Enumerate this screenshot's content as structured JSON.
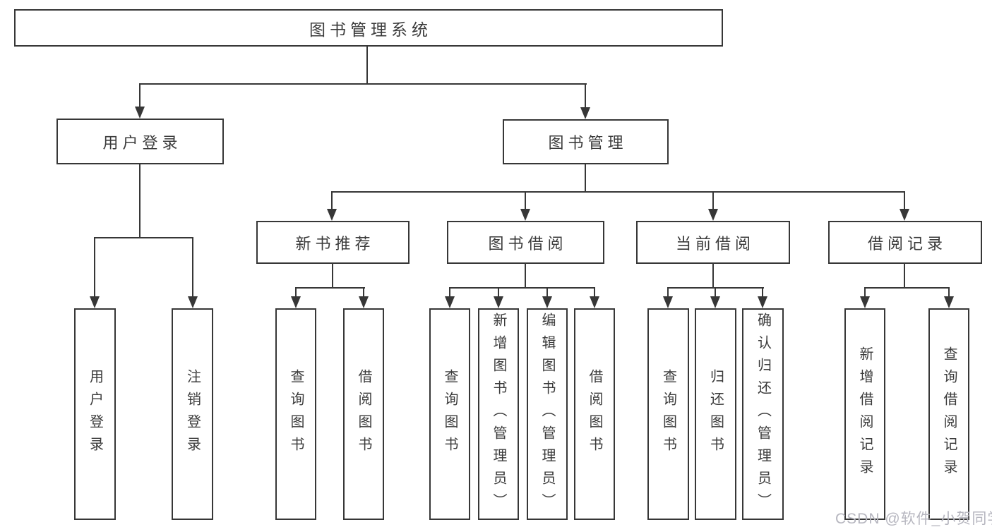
{
  "diagram": {
    "title": "图书管理系统",
    "level2": {
      "user_login": "用户登录",
      "book_management": "图书管理"
    },
    "level3": {
      "new_book_recommend": "新书推荐",
      "book_borrow": "图书借阅",
      "current_borrow": "当前借阅",
      "borrow_records": "借阅记录"
    },
    "leaves": {
      "user_login": [
        "用户登录",
        "注销登录"
      ],
      "new_book_recommend": [
        "查询图书",
        "借阅图书"
      ],
      "book_borrow": [
        "查询图书",
        "新增图书（管理员）",
        "编辑图书（管理员）",
        "借阅图书"
      ],
      "current_borrow": [
        "查询图书",
        "归还图书",
        "确认归还（管理员）"
      ],
      "borrow_records": [
        "新增借阅记录",
        "查询借阅记录"
      ]
    }
  },
  "watermark": "CSDN @软件_小贺同学",
  "colors": {
    "line": "#373737",
    "text": "#3b3b3b",
    "background": "#ffffff",
    "box_fill": "#ffffff",
    "watermark": "#b6b6bf"
  }
}
